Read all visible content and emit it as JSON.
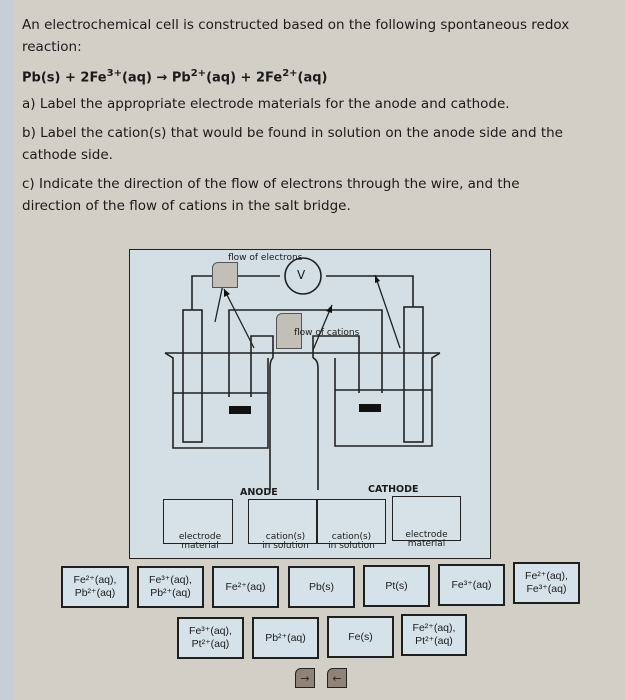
{
  "question": {
    "intro_line1": "An electrochemical cell is constructed based on the following spontaneous redox",
    "intro_line2": "reaction:",
    "equation": {
      "p1": "Pb(s) + 2Fe",
      "s1": "3+",
      "p2": "(aq) → Pb",
      "s2": "2+",
      "p3": "(aq) + 2Fe",
      "s3": "2+",
      "p4": "(aq)"
    },
    "part_a": "a) Label the appropriate electrode materials for the anode and cathode.",
    "part_b_line1": "b) Label the cation(s) that would be found in solution on the anode side and the",
    "part_b_line2": "cathode side.",
    "part_c_line1": "c) Indicate the direction of the flow of electrons through the wire, and the",
    "part_c_line2": "direction of the flow of cations in the salt bridge."
  },
  "diagram": {
    "flow_of_electrons": "flow of electrons",
    "flow_of_cations": "flow of cations",
    "voltmeter": "V",
    "anode_label": "ANODE",
    "cathode_label": "CATHODE",
    "drop_targets": [
      {
        "label_line1": "electrode",
        "label_line2": "material"
      },
      {
        "label_line1": "cation(s)",
        "label_line2": "in solution"
      },
      {
        "label_line1": "cation(s)",
        "label_line2": "in solution"
      },
      {
        "label_line1": "electrode",
        "label_line2": "material"
      }
    ]
  },
  "tiles_row1": [
    {
      "line1": "Fe²⁺(aq),",
      "line2": "Pb²⁺(aq)"
    },
    {
      "line1": "Fe³⁺(aq),",
      "line2": "Pb²⁺(aq)"
    },
    {
      "line1": "Fe²⁺(aq)",
      "line2": ""
    },
    {
      "line1": "Pb(s)",
      "line2": ""
    },
    {
      "line1": "Pt(s)",
      "line2": ""
    },
    {
      "line1": "Fe³⁺(aq)",
      "line2": ""
    },
    {
      "line1": "Fe²⁺(aq),",
      "line2": "Fe³⁺(aq)"
    }
  ],
  "tiles_row2": [
    {
      "line1": "Fe³⁺(aq),",
      "line2": "Pt²⁺(aq)"
    },
    {
      "line1": "Pb²⁺(aq)",
      "line2": ""
    },
    {
      "line1": "Fe(s)",
      "line2": ""
    },
    {
      "line1": "Fe²⁺(aq),",
      "line2": "Pt²⁺(aq)"
    }
  ],
  "arrow_tiles": [
    {
      "glyph": "→",
      "name": "right"
    },
    {
      "glyph": "←",
      "name": "left"
    }
  ]
}
